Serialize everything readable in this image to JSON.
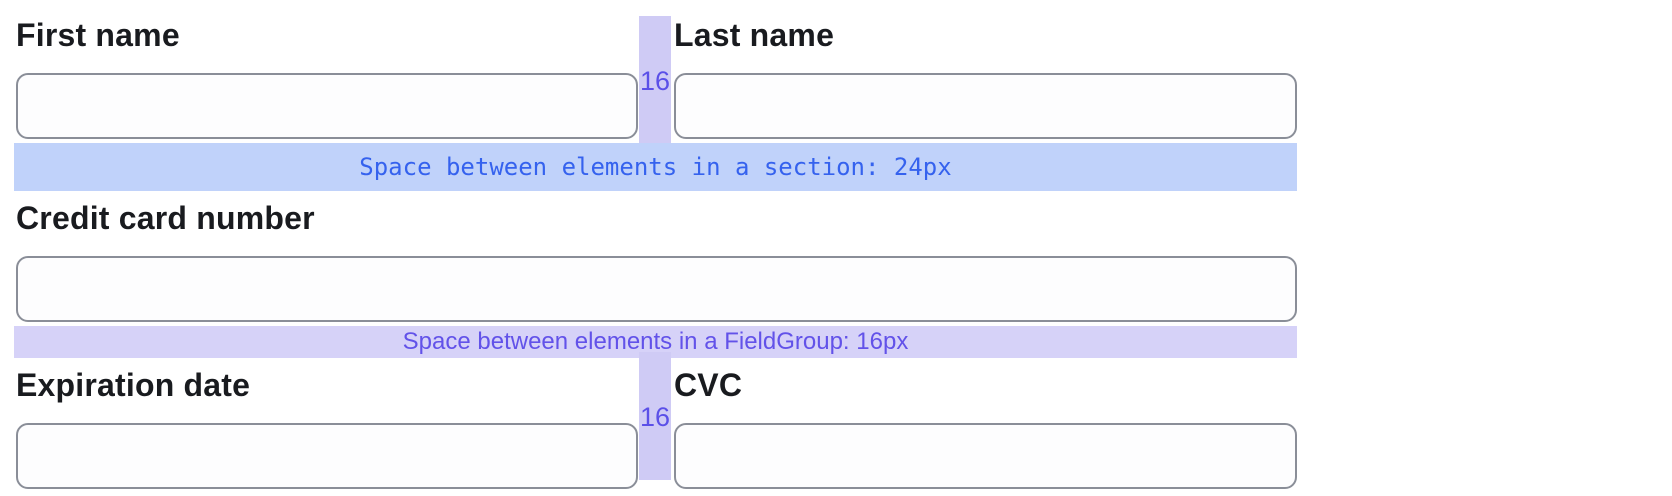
{
  "fields": {
    "first_name": {
      "label": "First name",
      "value": "",
      "placeholder": ""
    },
    "last_name": {
      "label": "Last name",
      "value": "",
      "placeholder": ""
    },
    "card_number": {
      "label": "Credit card number",
      "value": "",
      "placeholder": ""
    },
    "expiration_date": {
      "label": "Expiration date",
      "value": "",
      "placeholder": ""
    },
    "cvc": {
      "label": "CVC",
      "value": "",
      "placeholder": ""
    }
  },
  "annotations": {
    "section_gap": {
      "label": "Space between elements in a section: 24px",
      "bg_color": "#C0D2FA",
      "text_color": "#3562EE"
    },
    "fieldgroup_gap": {
      "label": "Space between elements in a FieldGroup: 16px",
      "bg_color": "#D6D2F8",
      "text_color": "#6252E9"
    },
    "column_gap": {
      "label": "16",
      "bar_color": "#CFCBF5",
      "text_color": "#5B50E8"
    }
  },
  "colors": {
    "input_border": "#8A8E98",
    "label_text": "#191B1F",
    "background": "#FFFFFF"
  }
}
